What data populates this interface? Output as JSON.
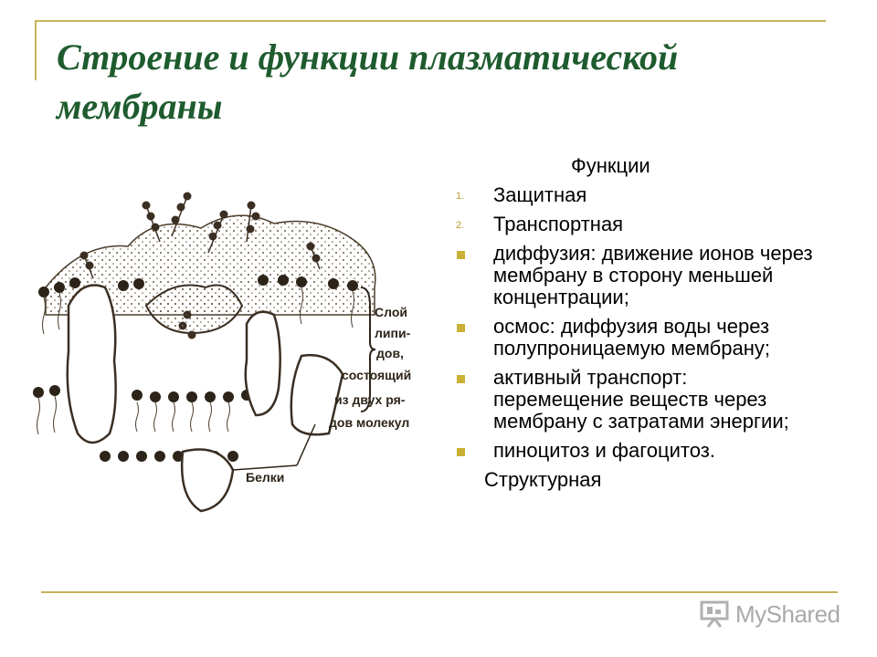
{
  "slide": {
    "title": "Строение и функции плазматической мембраны"
  },
  "diagram": {
    "label_lipids": [
      "Слой",
      "липи-",
      "дов,",
      "состоящий",
      "из двух ря-",
      "дов молекул"
    ],
    "label_proteins": "Белки"
  },
  "functions": {
    "heading": "Функции",
    "numbered": [
      {
        "num": "1.",
        "text": "Защитная"
      },
      {
        "num": "2.",
        "text": "Транспортная"
      }
    ],
    "bullets": [
      "диффузия: движение ионов через мембрану в сторону меньшей концентрации;",
      "осмос: диффузия воды через полупроницаемую мембрану;",
      "активный транспорт: перемещение веществ через мембрану с затратами энергии;",
      "пиноцитоз и фагоцитоз."
    ],
    "last": "Структурная"
  },
  "watermark": {
    "text": "MyShared",
    "icon": "presentation-board-icon"
  }
}
